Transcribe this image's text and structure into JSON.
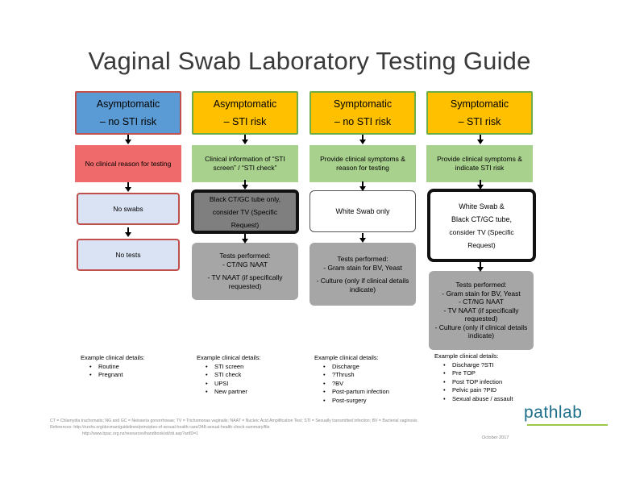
{
  "title": "Vaginal Swab Laboratory Testing Guide",
  "columns": [
    {
      "header": [
        "Asymptomatic",
        "– no STI risk"
      ],
      "steps": [
        {
          "lines": [
            "No clinical reason for testing"
          ]
        },
        {
          "lines": [
            "No swabs"
          ]
        },
        {
          "lines": [
            "No tests"
          ]
        }
      ],
      "examples_title": "Example clinical details:",
      "examples": [
        "Routine",
        "Pregnant"
      ]
    },
    {
      "header": [
        "Asymptomatic",
        "– STI risk"
      ],
      "steps": [
        {
          "lines": [
            "Clinical information of “STI",
            "screen” / “STI check”"
          ]
        },
        {
          "lines": [
            "Black CT/GC tube only,",
            "consider TV (Specific Request)"
          ]
        },
        {
          "lines": [
            "Tests performed:",
            "- CT/NG NAAT",
            "",
            "- TV NAAT (if specifically",
            "requested)"
          ]
        }
      ],
      "examples_title": "Example clinical details:",
      "examples": [
        "STI screen",
        "STI check",
        "UPSI",
        "New partner"
      ]
    },
    {
      "header": [
        "Symptomatic",
        "– no STI risk"
      ],
      "steps": [
        {
          "lines": [
            "Provide clinical symptoms &",
            "reason for testing"
          ]
        },
        {
          "lines": [
            "White Swab only"
          ]
        },
        {
          "lines": [
            "Tests performed:",
            "- Gram stain for BV, Yeast",
            "",
            "- Culture (only if clinical details",
            "indicate)"
          ]
        }
      ],
      "examples_title": "Example clinical details:",
      "examples": [
        "Discharge",
        "?Thrush",
        "?BV",
        "Post-partum infection",
        "Post-surgery"
      ]
    },
    {
      "header": [
        "Symptomatic",
        "– STI risk"
      ],
      "steps": [
        {
          "lines": [
            "Provide clinical symptoms &",
            "indicate STI risk"
          ]
        },
        {
          "lines": [
            "White Swab &",
            "Black CT/GC tube,",
            "consider TV (Specific Request)"
          ]
        },
        {
          "lines": [
            "Tests performed:",
            "- Gram stain for BV, Yeast",
            "- CT/NG NAAT",
            "- TV NAAT (if specifically",
            "requested)",
            "- Culture (only if clinical details",
            "indicate)"
          ]
        }
      ],
      "examples_title": "Example clinical details:",
      "examples": [
        "Discharge ?STI",
        "Pre TOP",
        "Post TOP infection",
        "Pelvic pain ?PID",
        "Sexual abuse / assault"
      ]
    }
  ],
  "footer": {
    "abbreviations": "CT = Chlamydia trachomatis; NG and GC = Neisseria gonorrhoeae; TV = Trichomonas vaginalis; NAAT = Nucleic Acid Amplification Test; STI = Sexually transmitted infection; BV = Bacterial vaginosis",
    "ref1": "References: http://nzshs.org/docman/guidelines/principles-of-sexual-health-care/348-sexual-health-check-summary/file",
    "ref2": "http://www.bpac.org.nz/resources/handbook/sti/sti.asp?artID=1",
    "date": "October 2017"
  },
  "logo": "pathlab",
  "colors": {
    "blue_header": "#5b9bd5",
    "orange_header": "#ffc000",
    "green_border": "#70ad47",
    "red_border": "#c0504d",
    "red_step": "#ef6b6b",
    "green_step": "#a9d18e",
    "light_blue_step": "#dae3f3",
    "grey_step": "#a6a6a6",
    "dark_grey_step": "#7f7f7f",
    "logo_blue": "#1e6f8a",
    "logo_green": "#9cc74a"
  }
}
